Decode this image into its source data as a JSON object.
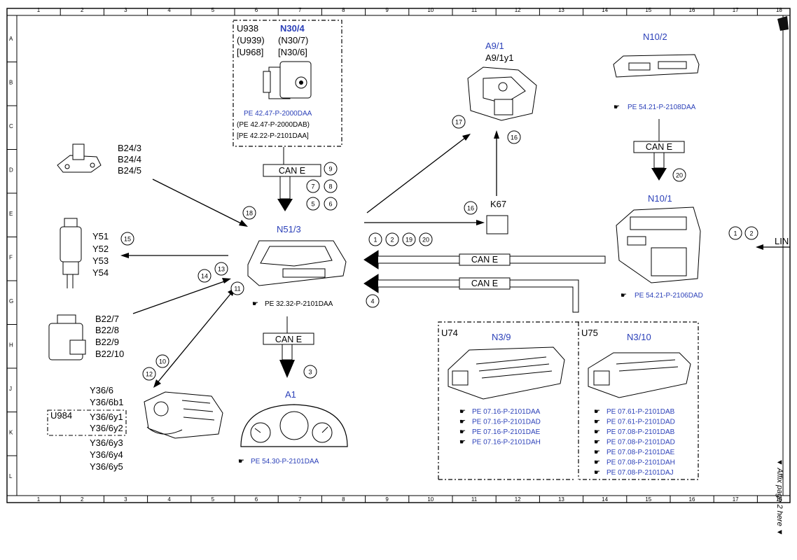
{
  "grid": {
    "columns": [
      "1",
      "2",
      "3",
      "4",
      "5",
      "6",
      "7",
      "8",
      "9",
      "10",
      "11",
      "12",
      "13",
      "14",
      "15",
      "16",
      "17",
      "18"
    ],
    "rows": [
      "A",
      "B",
      "C",
      "D",
      "E",
      "F",
      "G",
      "H",
      "J",
      "K",
      "L"
    ]
  },
  "side_note": "▼ Affix page 2 here ▼",
  "labels": {
    "U938": "U938",
    "U939": "(U939)",
    "U968": "[U968]",
    "N30_4": "N30/4",
    "N30_7": "(N30/7)",
    "N30_6": "[N30/6]",
    "A9_1": "A9/1",
    "A9_1y1": "A9/1y1",
    "N10_2": "N10/2",
    "N10_1": "N10/1",
    "B24_3": "B24/3",
    "B24_4": "B24/4",
    "B24_5": "B24/5",
    "Y51": "Y51",
    "Y52": "Y52",
    "Y53": "Y53",
    "Y54": "Y54",
    "N51_3": "N51/3",
    "K67": "K67",
    "LIN": "LIN",
    "B22_7": "B22/7",
    "B22_8": "B22/8",
    "B22_9": "B22/9",
    "B22_10": "B22/10",
    "Y36_6": "Y36/6",
    "Y36_6b1": "Y36/6b1",
    "U984": "U984",
    "Y36_6y1": "Y36/6y1",
    "Y36_6y2": "Y36/6y2",
    "Y36_6y3": "Y36/6y3",
    "Y36_6y4": "Y36/6y4",
    "Y36_6y5": "Y36/6y5",
    "A1": "A1",
    "U74": "U74",
    "N3_9": "N3/9",
    "U75": "U75",
    "N3_10": "N3/10"
  },
  "can_labels": {
    "top": "CAN E",
    "right": "CAN E",
    "mid1": "CAN E",
    "mid2": "CAN E",
    "bottom": "CAN E"
  },
  "refs": {
    "n30": [
      "PE 42.47-P-2000DAA",
      "(PE 42.47-P-2000DAB)",
      "[PE 42.22-P-2101DAA]"
    ],
    "n10_2": "PE 54.21-P-2108DAA",
    "n10_1": "PE 54.21-P-2106DAD",
    "n51": "PE 32.32-P-2101DAA",
    "a1": "PE 54.30-P-2101DAA",
    "n3_9": [
      "PE 07.16-P-2101DAA",
      "PE 07.16-P-2101DAD",
      "PE 07.16-P-2101DAE",
      "PE 07.16-P-2101DAH"
    ],
    "n3_10": [
      "PE 07.61-P-2101DAB",
      "PE 07.61-P-2101DAD",
      "PE 07.08-P-2101DAB",
      "PE 07.08-P-2101DAD",
      "PE 07.08-P-2101DAE",
      "PE 07.08-P-2101DAH",
      "PE 07.08-P-2101DAJ"
    ]
  },
  "circles": {
    "c9": "9",
    "c7": "7",
    "c8": "8",
    "c5": "5",
    "c6": "6",
    "c17": "17",
    "c16a": "16",
    "c20a": "20",
    "c18": "18",
    "c16b": "16",
    "c1a": "1",
    "c2a": "2",
    "c19": "19",
    "c20b": "20",
    "c1b": "1",
    "c2b": "2",
    "c15": "15",
    "c14": "14",
    "c13": "13",
    "c11": "11",
    "c4": "4",
    "c3": "3",
    "c12": "12",
    "c10": "10"
  },
  "colors": {
    "blue_label": "#2a3fb8",
    "line": "#000000"
  }
}
